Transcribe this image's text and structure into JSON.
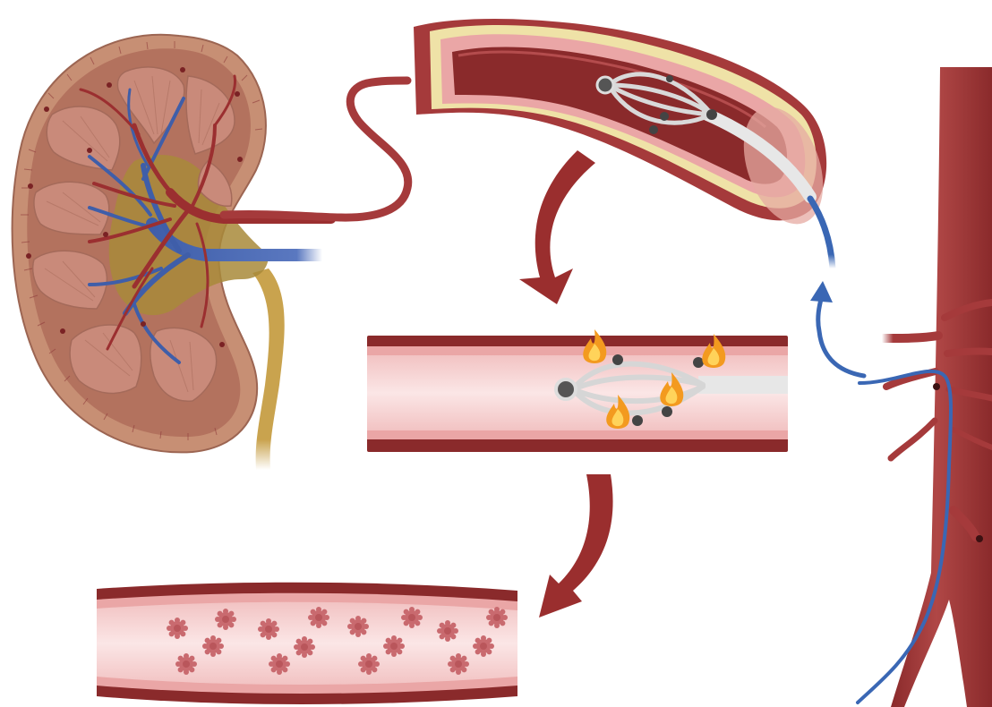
{
  "figure": {
    "description_free": true,
    "panels": [
      "kidney-cross-section",
      "renal-artery-cutaway",
      "ablation-vessel",
      "healed-vessel",
      "aorta-with-catheter"
    ],
    "flow_arrows": [
      "cutaway-to-ablation",
      "ablation-to-healed",
      "aorta-to-cutaway"
    ]
  },
  "colors": {
    "artery_dark": "#8e2a2c",
    "artery_mid": "#a53a3b",
    "vessel_lumen": "#f6d6d6",
    "vessel_wall_pink": "#eaa6a6",
    "kidney_outer": "#c78f74",
    "kidney_cortex": "#b3725e",
    "pyramid": "#c98a7a",
    "ureter": "#c9a34e",
    "pelvis": "#a8893a",
    "vein_blue": "#3f5ea9",
    "catheter_blue": "#3a67b4",
    "catheter_tip": "#e7e7e7",
    "flame_outer": "#f39a1f",
    "flame_inner": "#ffd35a",
    "lesion": "#c96a6f",
    "arrow_red": "#9a2e2e",
    "adventitia_yellow": "#efe2a7"
  },
  "icons": {
    "energy": "flame-icon",
    "electrode": "electrode-icon",
    "lesion": "lesion-icon"
  }
}
